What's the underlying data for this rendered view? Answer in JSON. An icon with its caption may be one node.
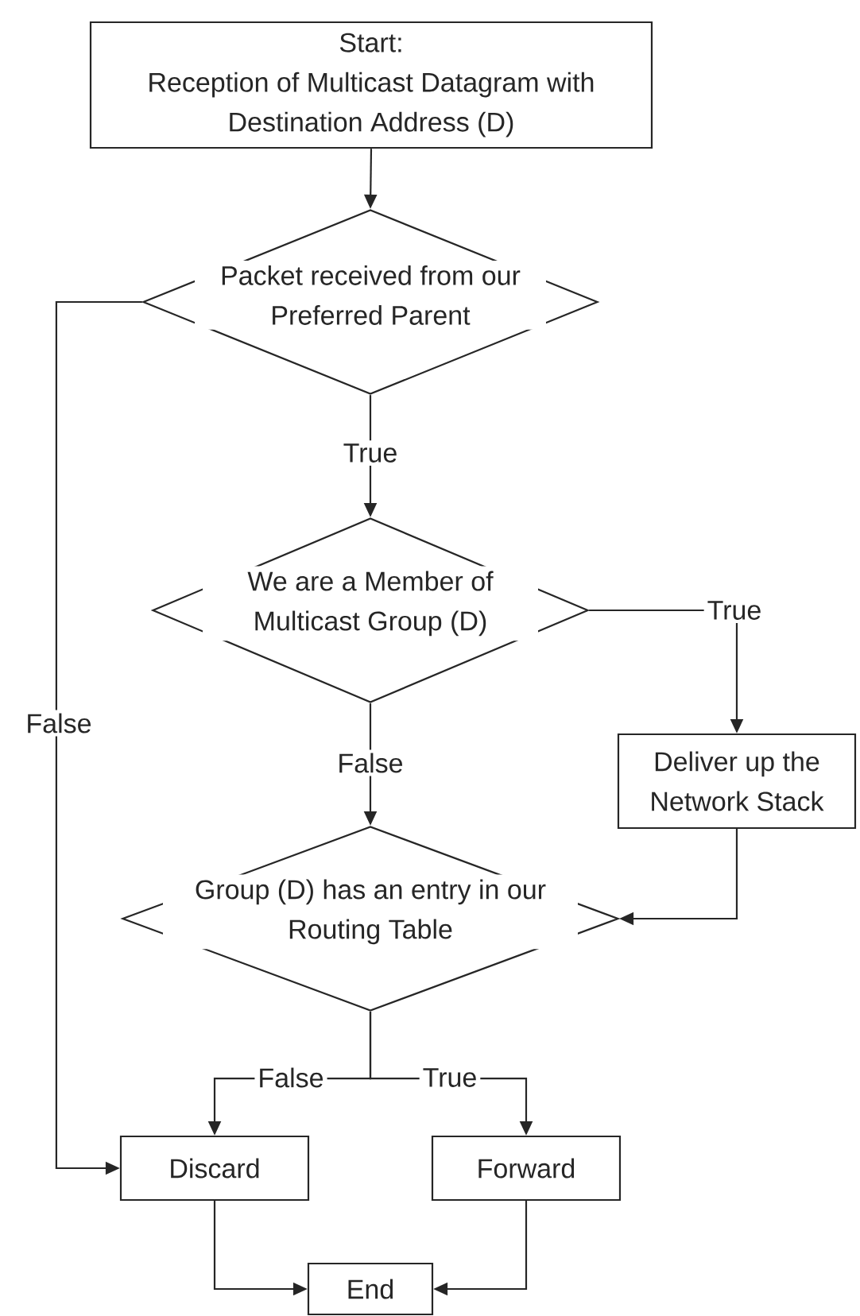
{
  "diagram": {
    "nodes": [
      {
        "text": [
          "Start:",
          "Reception of Multicast Datagram with Destination Address (D)"
        ]
      },
      {
        "text": [
          "Packet received from our Preferred Parent"
        ]
      },
      {
        "text": [
          "We are a Member of Multicast Group (D)"
        ]
      },
      {
        "text": [
          "Deliver up the Network Stack"
        ]
      },
      {
        "text": [
          "Group (D) has an entry in our Routing Table"
        ]
      },
      {
        "text": [
          "Discard"
        ]
      },
      {
        "text": [
          "Forward"
        ]
      },
      {
        "text": [
          "End"
        ]
      }
    ],
    "edges": [
      {
        "from": 0,
        "to": 1,
        "arrow": "to"
      },
      {
        "from": 1,
        "to": 2,
        "arrow": "to",
        "label": "True"
      },
      {
        "from": 2,
        "to": 3,
        "arrow": "to",
        "label": "True"
      },
      {
        "from": 1,
        "to": 5,
        "arrow": "to",
        "label": "False"
      },
      {
        "from": 2,
        "to": 4,
        "arrow": "to",
        "label": "False"
      },
      {
        "from": 3,
        "to": 4,
        "arrow": "to"
      },
      {
        "from": 4,
        "to": 5,
        "arrow": "to",
        "label": "False"
      },
      {
        "from": 4,
        "to": 6,
        "arrow": "to",
        "label": "True"
      },
      {
        "from": 5,
        "to": 7,
        "arrow": "to"
      },
      {
        "from": 6,
        "to": 7,
        "arrow": "to"
      }
    ]
  }
}
